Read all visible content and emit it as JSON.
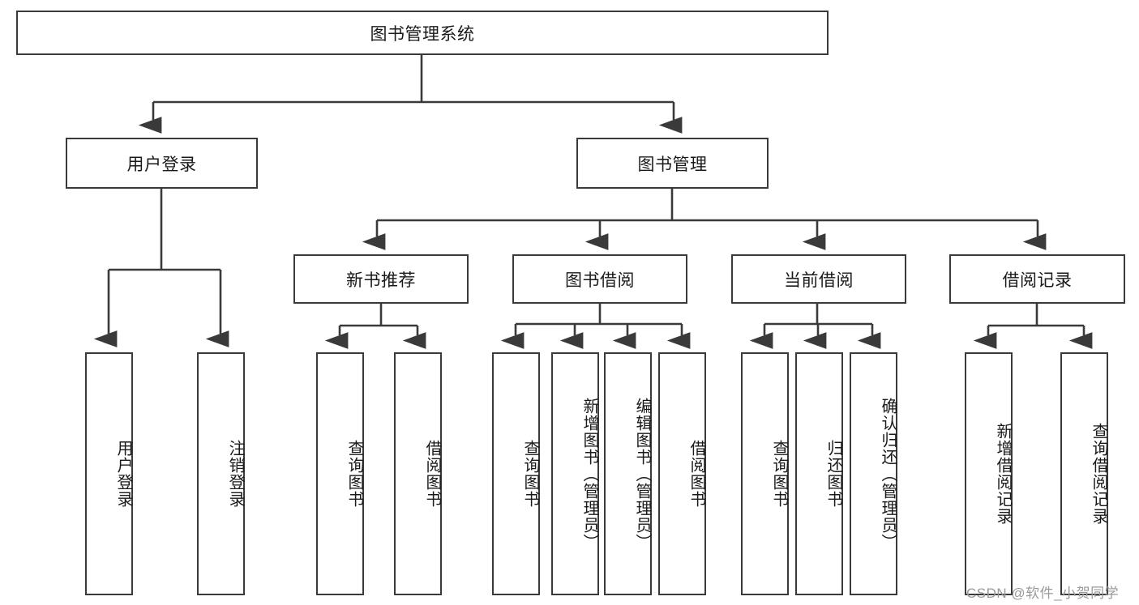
{
  "diagram": {
    "title": "图书管理系统",
    "type": "tree-hierarchy-chart",
    "colors": {
      "box_border": "#3a3a3a",
      "box_fill": "#ffffff",
      "connector": "#3a3a3a",
      "text": "#1a1a1a",
      "watermark": "#9a9a9a",
      "background": "#ffffff"
    },
    "root": {
      "id": "root",
      "label": "图书管理系统",
      "orientation": "horizontal"
    },
    "level2": [
      {
        "id": "user-login",
        "label": "用户登录",
        "orientation": "horizontal"
      },
      {
        "id": "book-management",
        "label": "图书管理",
        "orientation": "horizontal"
      }
    ],
    "level3": [
      {
        "id": "new-book-recommend",
        "label": "新书推荐",
        "orientation": "horizontal"
      },
      {
        "id": "book-borrow",
        "label": "图书借阅",
        "orientation": "horizontal"
      },
      {
        "id": "current-borrow",
        "label": "当前借阅",
        "orientation": "horizontal"
      },
      {
        "id": "borrow-record",
        "label": "借阅记录",
        "orientation": "horizontal"
      }
    ],
    "leaves": {
      "user_login": [
        {
          "id": "leaf-user-login",
          "label": "用户登录",
          "orientation": "vertical"
        },
        {
          "id": "leaf-logout",
          "label": "注销登录",
          "orientation": "vertical"
        }
      ],
      "new_book_recommend": [
        {
          "id": "leaf-query-book-1",
          "label": "查询图书",
          "orientation": "vertical"
        },
        {
          "id": "leaf-borrow-book-1",
          "label": "借阅图书",
          "orientation": "vertical"
        }
      ],
      "book_borrow": [
        {
          "id": "leaf-query-book-2",
          "label": "查询图书",
          "orientation": "vertical"
        },
        {
          "id": "leaf-add-book",
          "label": "新增图书（管理员）",
          "orientation": "vertical"
        },
        {
          "id": "leaf-edit-book",
          "label": "编辑图书（管理员）",
          "orientation": "vertical"
        },
        {
          "id": "leaf-borrow-book-2",
          "label": "借阅图书",
          "orientation": "vertical"
        }
      ],
      "current_borrow": [
        {
          "id": "leaf-query-book-3",
          "label": "查询图书",
          "orientation": "vertical"
        },
        {
          "id": "leaf-return-book",
          "label": "归还图书",
          "orientation": "vertical"
        },
        {
          "id": "leaf-confirm-return",
          "label": "确认归还（管理员）",
          "orientation": "vertical"
        }
      ],
      "borrow_record": [
        {
          "id": "leaf-add-record",
          "label": "新增借阅记录",
          "orientation": "vertical"
        },
        {
          "id": "leaf-query-record",
          "label": "查询借阅记录",
          "orientation": "vertical"
        }
      ]
    },
    "watermark": "CSDN @软件_小贺同学"
  }
}
